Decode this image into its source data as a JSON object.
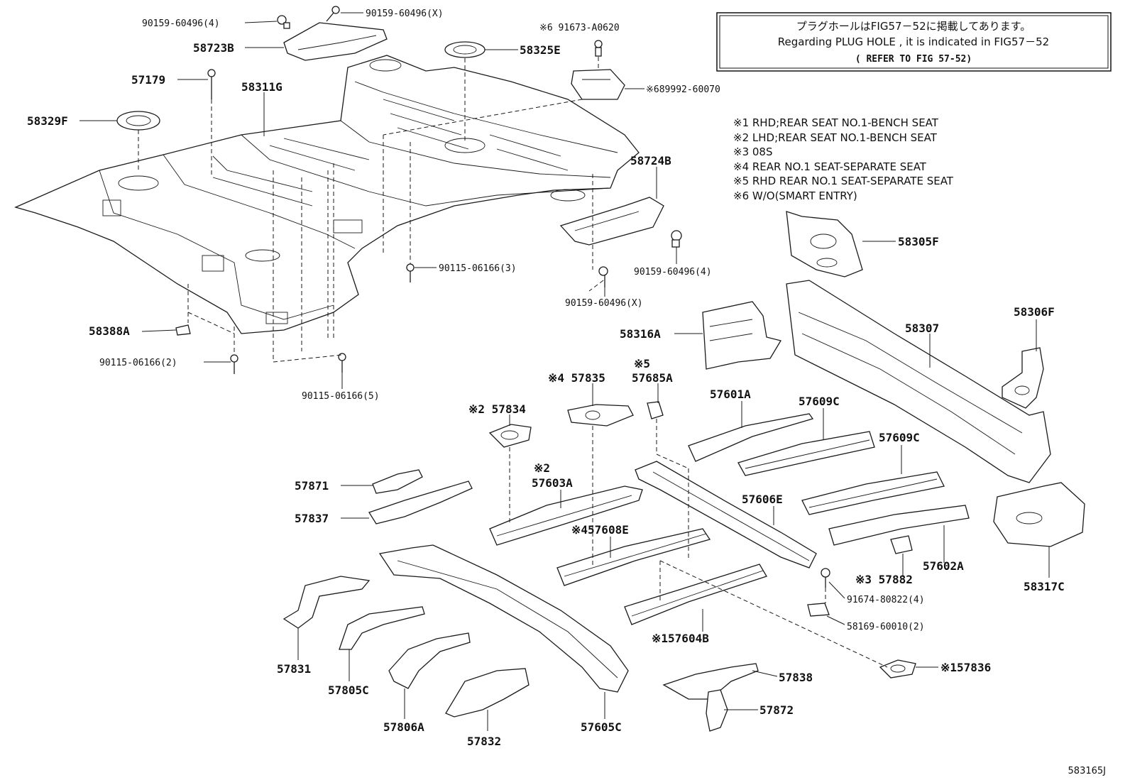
{
  "notice": {
    "line1": "プラグホールはFIG57－52に掲載してあります。",
    "line2": "Regarding PLUG HOLE , it is indicated in FIG57－52",
    "line3": "( REFER TO FIG 57-52)"
  },
  "legend": [
    "※1 RHD;REAR SEAT NO.1-BENCH SEAT",
    "※2 LHD;REAR SEAT NO.1-BENCH SEAT",
    "※3 08S",
    "※4 REAR NO.1 SEAT-SEPARATE SEAT",
    "※5 RHD REAR NO.1 SEAT-SEPARATE SEAT",
    "※6 W/O(SMART ENTRY)"
  ],
  "parts": {
    "p90159_4_top": "90159-60496(4)",
    "p90159_x_top": "90159-60496(X)",
    "p58723B": "58723B",
    "p91673": "※6 91673-A0620",
    "p58325E": "58325E",
    "p57179": "57179",
    "p58311G": "58311G",
    "p89992": "※689992-60070",
    "p58329F": "58329F",
    "p58724B": "58724B",
    "p90115_3": "90115-06166(3)",
    "p90159_4_mid": "90159-60496(4)",
    "p90159_x_mid": "90159-60496(X)",
    "p58305F": "58305F",
    "p58388A": "58388A",
    "p90115_2": "90115-06166(2)",
    "p90115_5": "90115-06166(5)",
    "p58316A": "58316A",
    "p58307": "58307",
    "p58306F": "58306F",
    "p57835": "※4 57835",
    "p57685A_mark": "※5",
    "p57685A": "57685A",
    "p57601A": "57601A",
    "p57609C_a": "57609C",
    "p57609C_b": "57609C",
    "p57834": "※2 57834",
    "p57603A_mark": "※2",
    "p57603A": "57603A",
    "p57871": "57871",
    "p57837": "57837",
    "p57606E": "57606E",
    "p57608E": "※457608E",
    "p57882": "※3 57882",
    "p57602A": "57602A",
    "p58317C": "58317C",
    "p91674": "91674-80822(4)",
    "p58169": "58169-60010(2)",
    "p57604B": "※157604B",
    "p57836": "※157836",
    "p57831": "57831",
    "p57805C": "57805C",
    "p57806A": "57806A",
    "p57832": "57832",
    "p57605C": "57605C",
    "p57838": "57838",
    "p57872": "57872"
  },
  "figure_id": "583165J"
}
